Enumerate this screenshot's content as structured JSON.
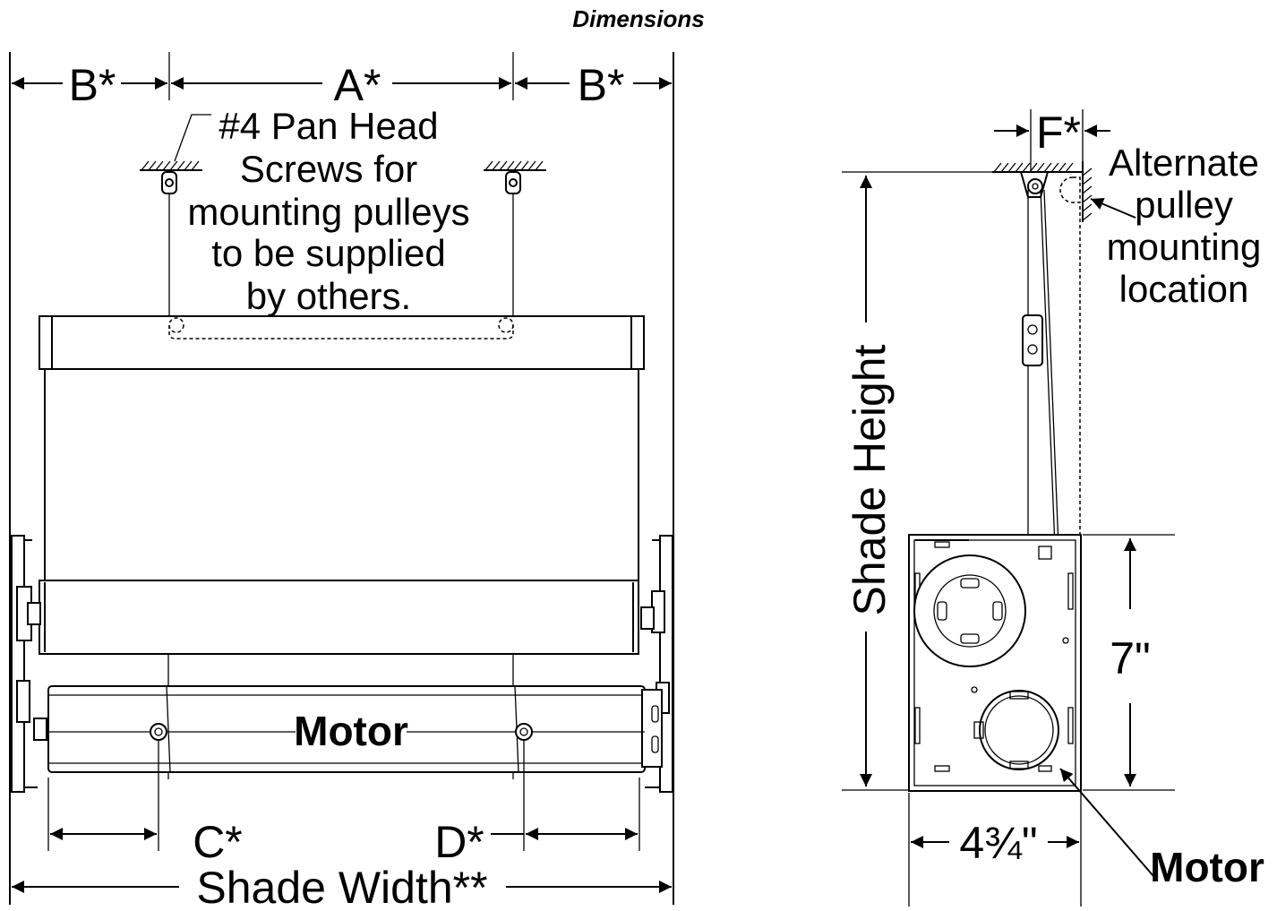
{
  "title": "Dimensions",
  "front_view": {
    "dim_b_left": "B*",
    "dim_a": "A*",
    "dim_b_right": "B*",
    "screw_note": [
      "#4 Pan Head",
      "Screws for",
      "mounting pulleys",
      "to be supplied",
      "by others."
    ],
    "motor_label": "Motor",
    "dim_c": "C*",
    "dim_d": "D*",
    "shade_width": "Shade Width**"
  },
  "side_view": {
    "dim_f": "F*",
    "alternate_note": [
      "Alternate",
      "pulley",
      "mounting",
      "location"
    ],
    "shade_height": "Shade Height",
    "dim_seven": "7\"",
    "dim_width": "4¾\"",
    "motor_label": "Motor"
  }
}
